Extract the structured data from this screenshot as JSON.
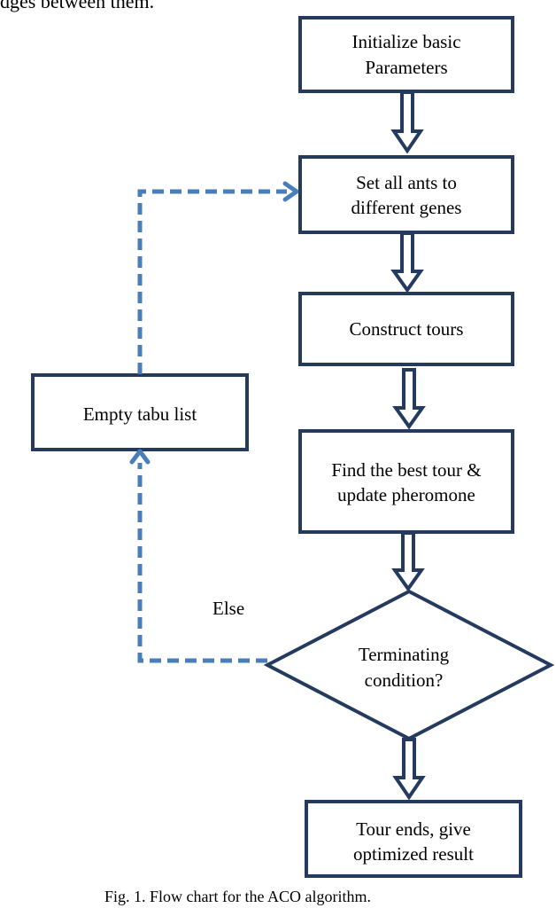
{
  "top_cut_text": "dges between them.",
  "nodes": {
    "init": {
      "lines": [
        "Initialize basic",
        "Parameters"
      ]
    },
    "set_ants": {
      "lines": [
        "Set all ants to",
        "different genes"
      ]
    },
    "construct": {
      "lines": [
        "Construct tours"
      ]
    },
    "find_best": {
      "lines": [
        "Find the best tour &",
        "update pheromone"
      ]
    },
    "terminate": {
      "lines": [
        "Terminating",
        "condition?"
      ]
    },
    "tour_ends": {
      "lines": [
        "Tour ends, give",
        "optimized result"
      ]
    },
    "empty_tabu": {
      "lines": [
        "Empty tabu list"
      ]
    }
  },
  "else_label": "Else",
  "caption": "Fig. 1. Flow chart for the ACO algorithm.",
  "colors": {
    "box_stroke": "#243a5e",
    "dashed_stroke": "#4a7ebb",
    "text": "#000000"
  }
}
